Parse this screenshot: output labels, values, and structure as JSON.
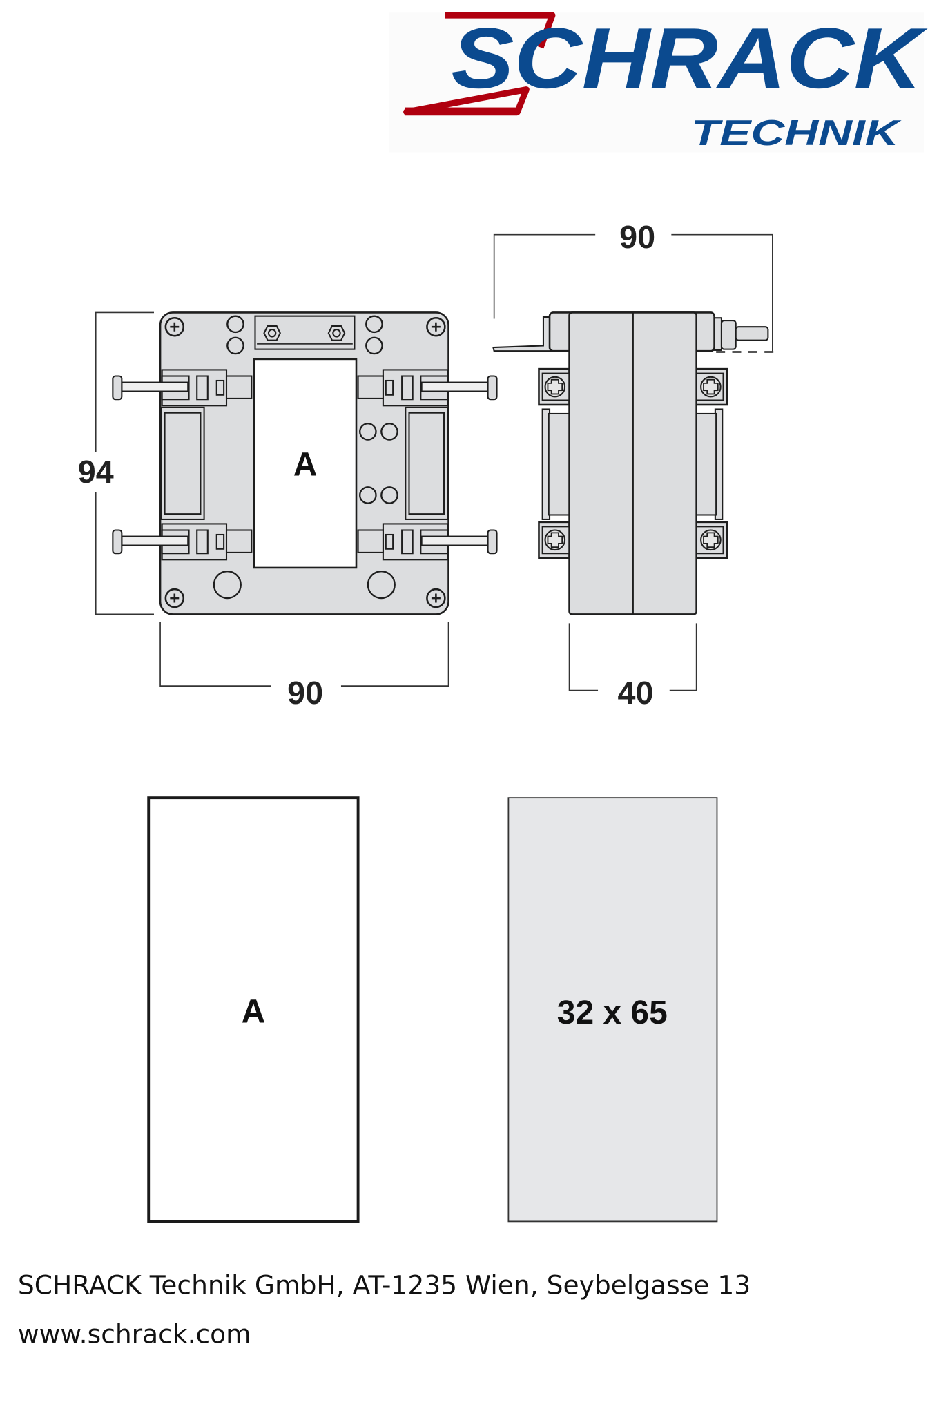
{
  "logo": {
    "brand": "SCHRACK",
    "sub": "TECHNIK",
    "blue": "#0b4a8f",
    "red": "#b0000f"
  },
  "front_view": {
    "window_label": "A",
    "height_dim": "94",
    "width_dim": "90"
  },
  "side_view": {
    "width_dim": "90",
    "depth_dim": "40"
  },
  "aperture": {
    "label": "A",
    "size": "32 x 65"
  },
  "footer": {
    "address": "SCHRACK Technik GmbH, AT-1235 Wien, Seybelgasse 13",
    "website": "www.schrack.com"
  }
}
